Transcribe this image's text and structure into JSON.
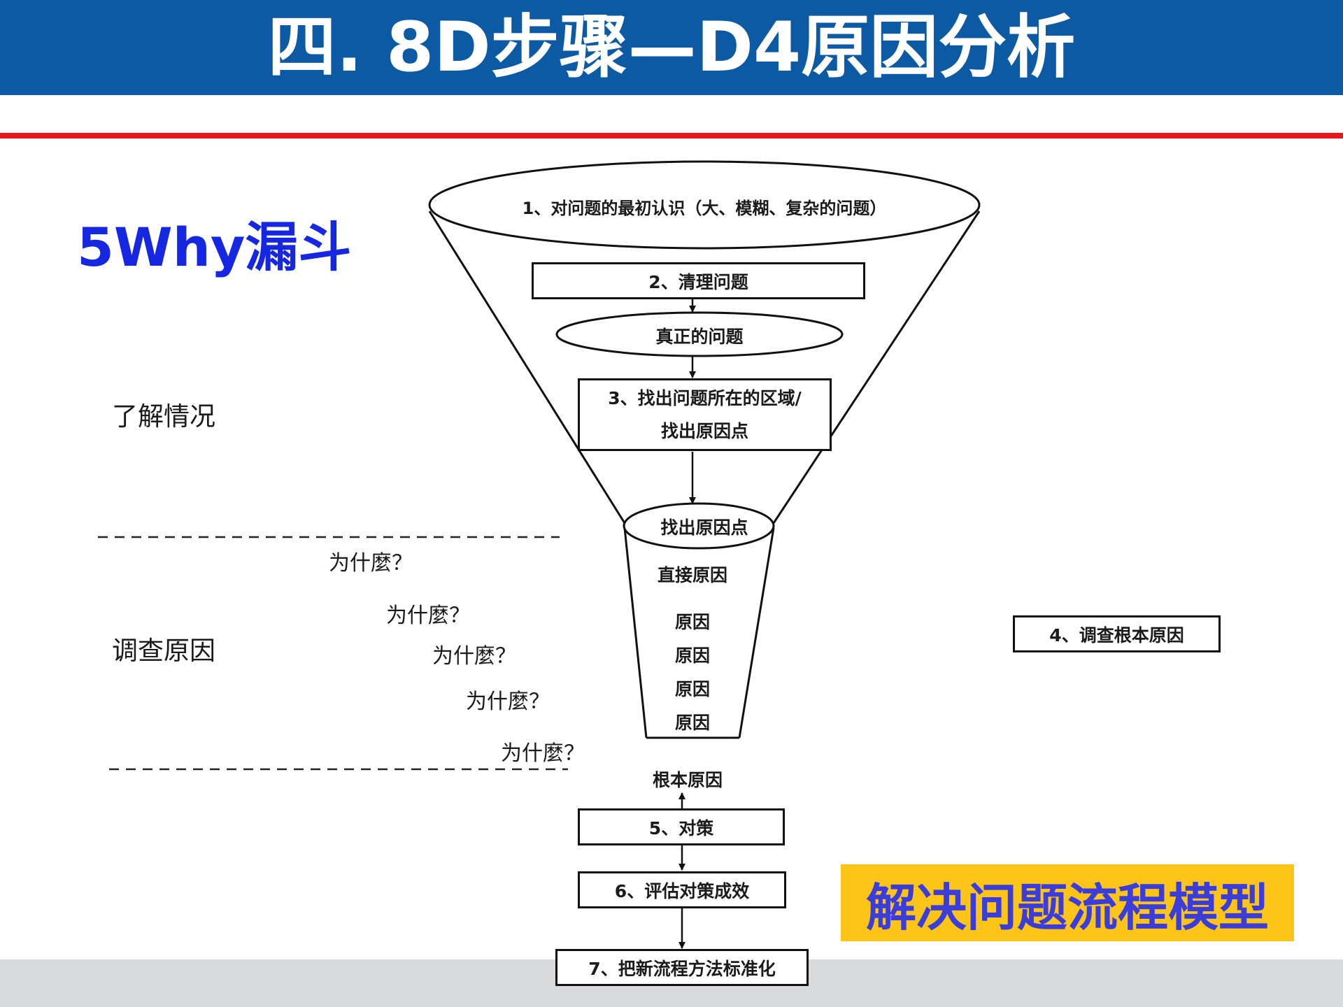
{
  "header": {
    "title": "四. 8D步骤—D4原因分析",
    "background_color": "#0d5aa4",
    "rule_color": "#e8151c"
  },
  "heading": "5Why漏斗",
  "banner": {
    "label": "解决问题流程模型",
    "background_color": "#fec418"
  },
  "stage_labels": {
    "understand": "了解情况",
    "investigate": "调查原因"
  },
  "why_questions": [
    "为什麼？",
    "为什麼？",
    "为什麼？",
    "为什麼？",
    "为什麼？"
  ],
  "funnel": {
    "step1": "1、对问题的最初认识（大、模糊、复杂的问题）",
    "step2": "2、清理问题",
    "real_problem": "真正的问题",
    "step3_line1": "3、找出问题所在的区域/",
    "step3_line2": "找出原因点",
    "cause_point": "找出原因点",
    "direct_cause": "直接原因",
    "causes": [
      "原因",
      "原因",
      "原因",
      "原因"
    ],
    "root_cause": "根本原因"
  },
  "side_box": "4、调查根本原因",
  "actions": {
    "step5": "5、对策",
    "step6": "6、评估对策成效",
    "step7": "7、把新流程方法标准化"
  }
}
